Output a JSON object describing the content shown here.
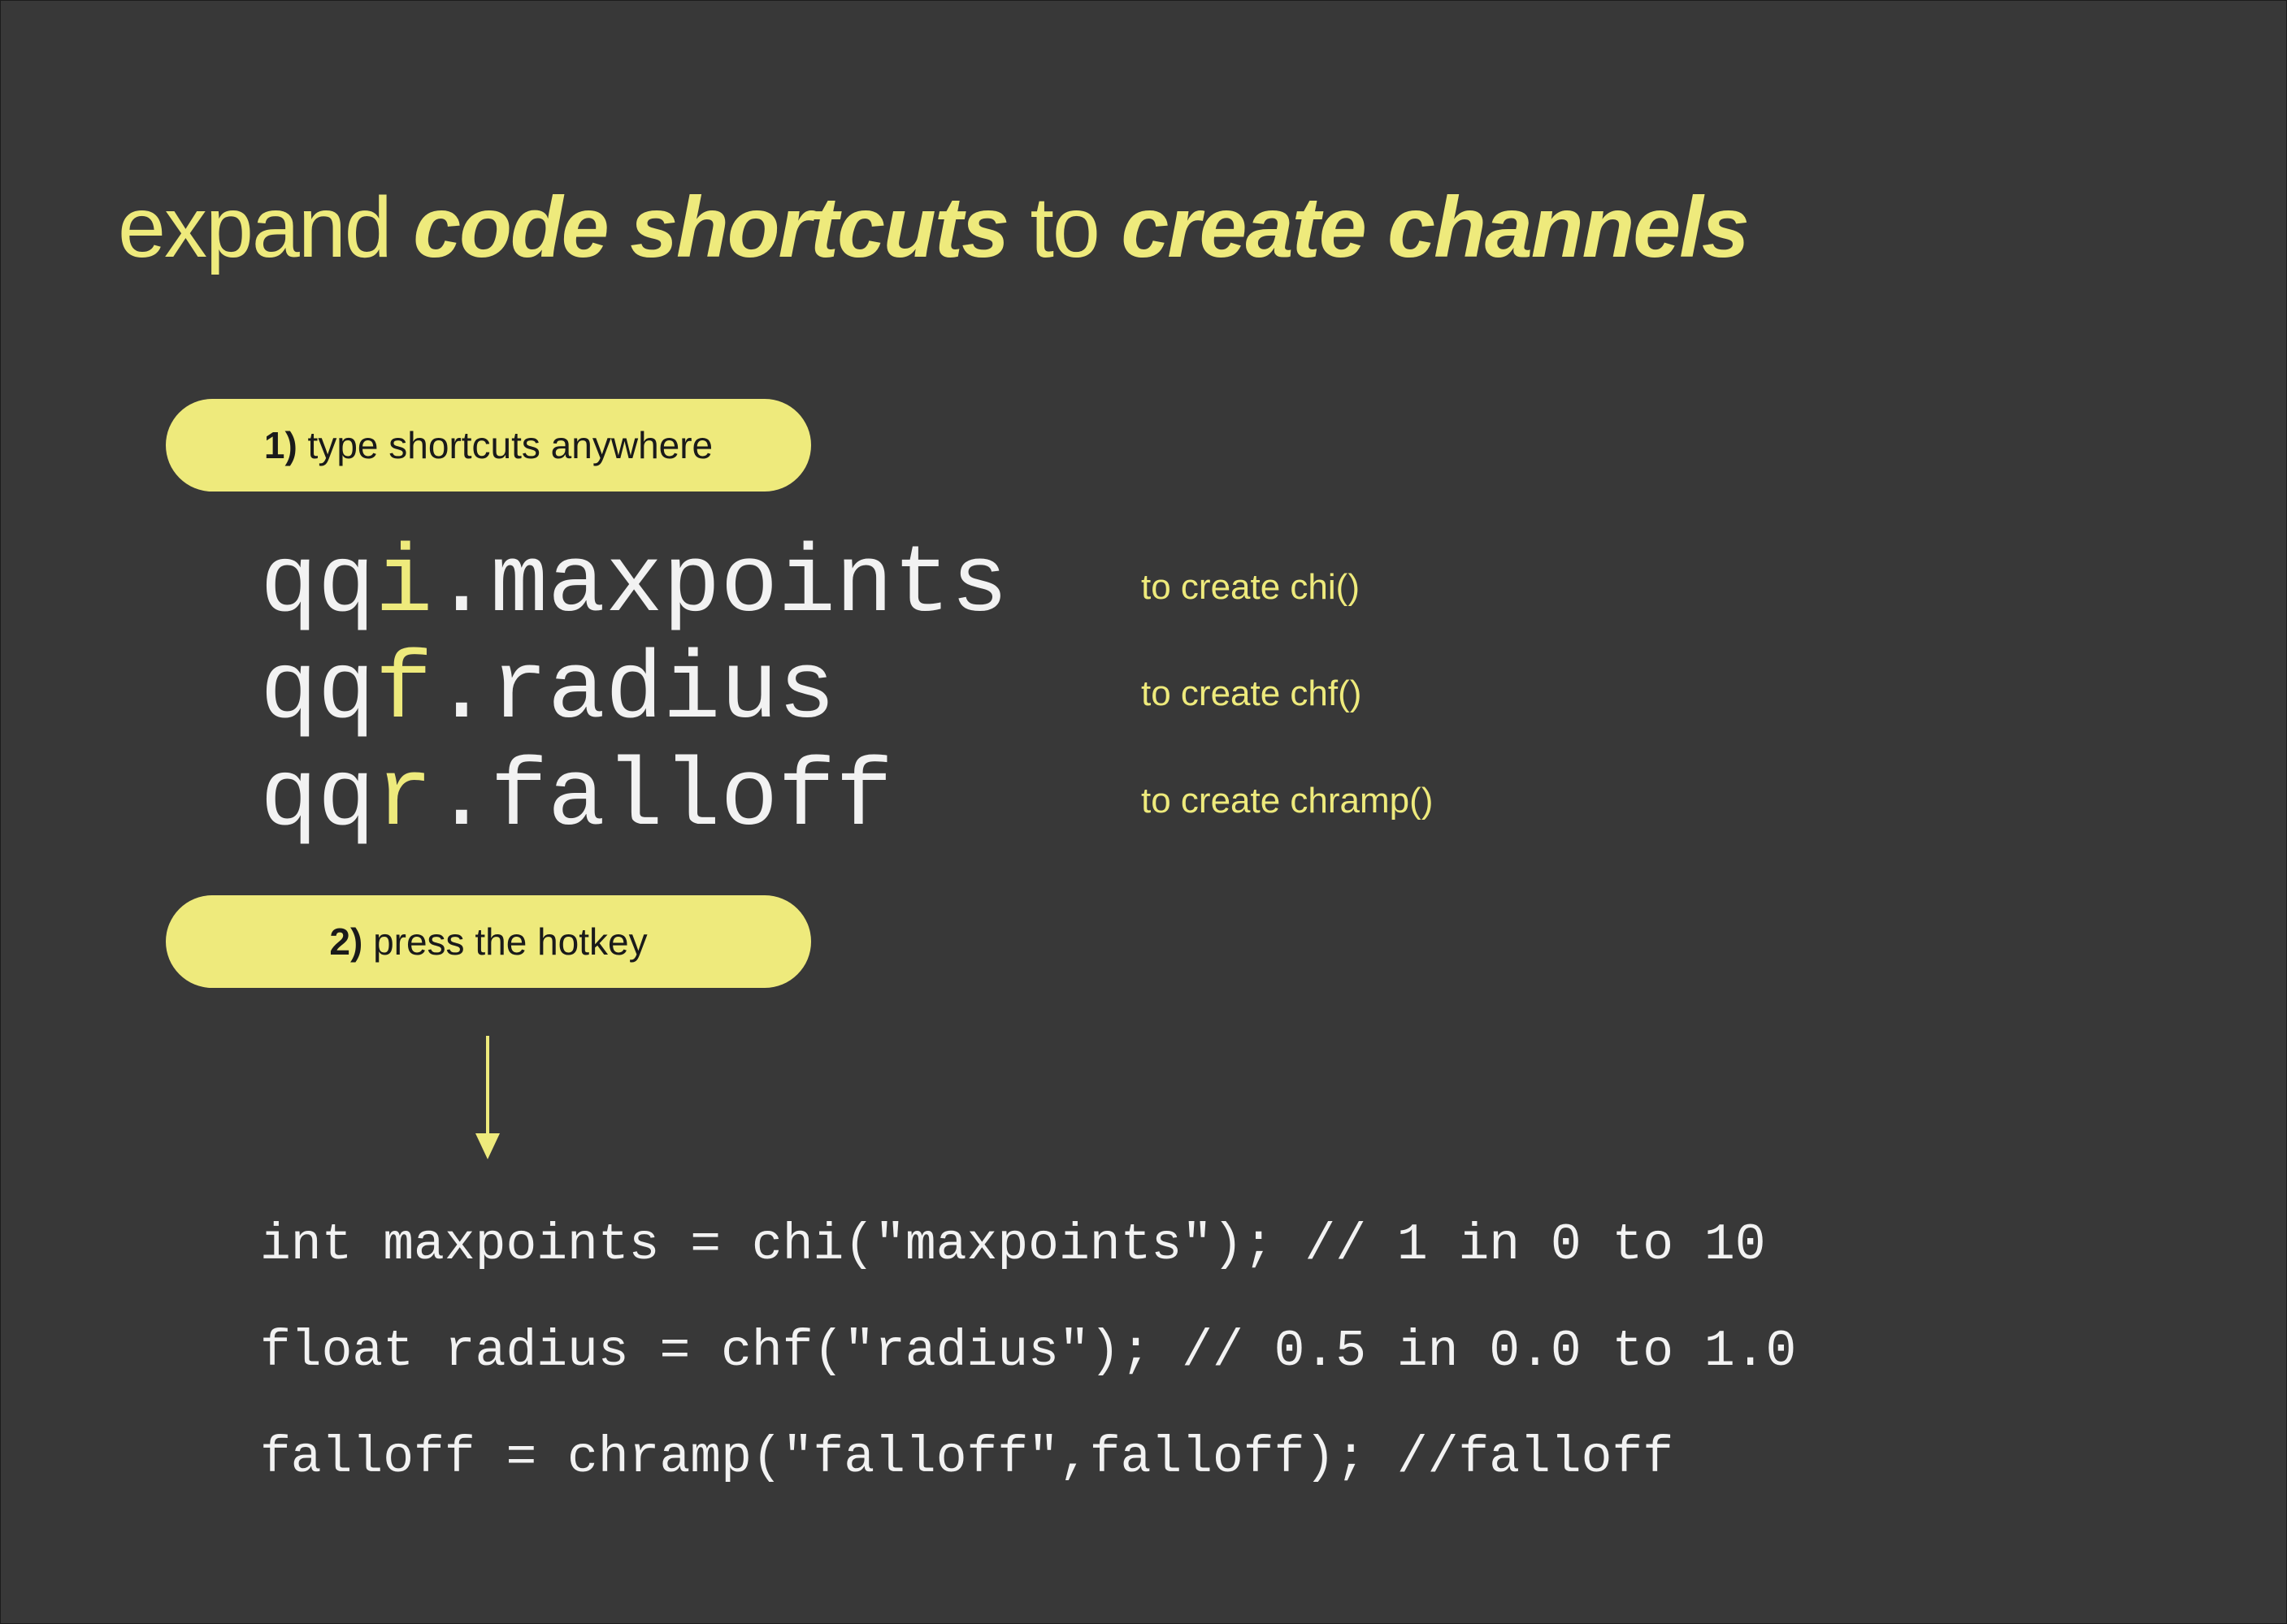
{
  "title": {
    "part1": "expand ",
    "part2": "code shortcuts",
    "part3": " to ",
    "part4": "create channels"
  },
  "step1": {
    "number": "1)",
    "text": " type shortcuts  anywhere"
  },
  "step2": {
    "number": "2)",
    "text": " press the hotkey"
  },
  "shortcuts": [
    {
      "prefix": "qq",
      "type_letter": "i",
      "name": ".maxpoints",
      "note": "to create chi()"
    },
    {
      "prefix": "qq",
      "type_letter": "f",
      "name": ".radius",
      "note": "to create chf()"
    },
    {
      "prefix": "qq",
      "type_letter": "r",
      "name": ".falloff",
      "note": "to create chramp()"
    }
  ],
  "arrow_icon": "arrow-down-icon",
  "code_lines": [
    "int maxpoints = chi(\"maxpoints\"); // 1 in 0 to 10",
    "float radius = chf(\"radius\"); // 0.5 in 0.0 to 1.0",
    "falloff = chramp(\"falloff\",falloff); //falloff"
  ],
  "colors": {
    "background": "#383838",
    "accent": "#eeea7c",
    "code_text": "#f2f2f2",
    "pill_text": "#1a1a1a"
  }
}
